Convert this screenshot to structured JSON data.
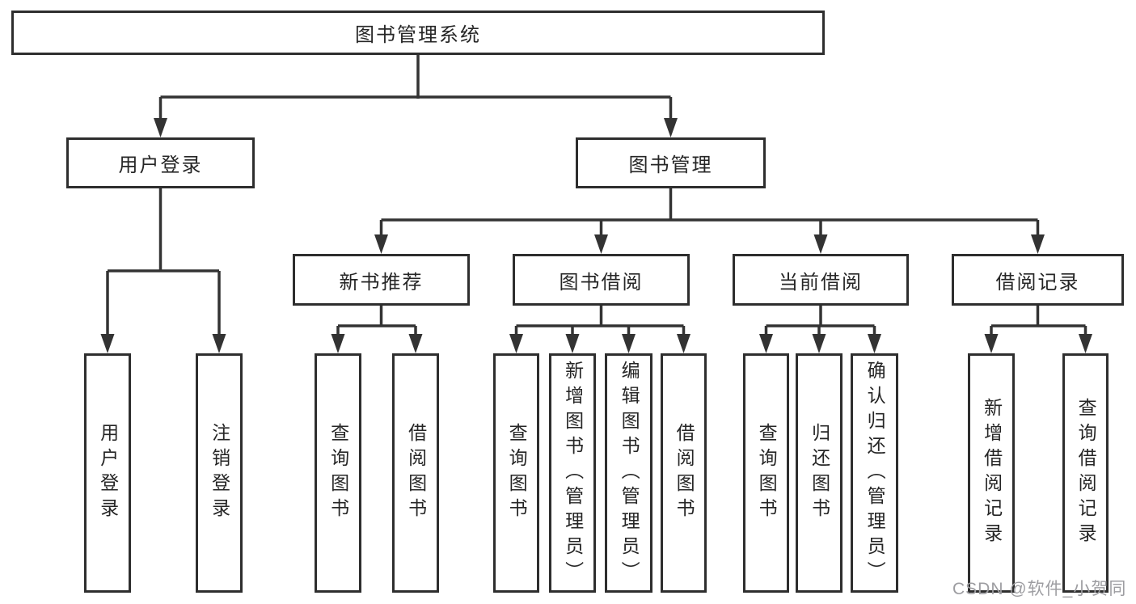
{
  "diagram": {
    "root": "图书管理系统",
    "children": {
      "user_login": {
        "label": "用户登录",
        "leaves": [
          "用户登录",
          "注销登录"
        ]
      },
      "book_management": {
        "label": "图书管理",
        "children": {
          "new_books": {
            "label": "新书推荐",
            "leaves": [
              "查询图书",
              "借阅图书"
            ]
          },
          "borrowing": {
            "label": "图书借阅",
            "leaves": [
              "查询图书",
              "新增图书（管理员）",
              "编辑图书（管理员）",
              "借阅图书"
            ]
          },
          "current": {
            "label": "当前借阅",
            "leaves": [
              "查询图书",
              "归还图书",
              "确认归还（管理员）"
            ]
          },
          "records": {
            "label": "借阅记录",
            "leaves": [
              "新增借阅记录",
              "查询借阅记录"
            ]
          }
        }
      }
    }
  },
  "watermark": {
    "text": "CSDN @软件_小贺同学"
  },
  "colors": {
    "line": "#333333",
    "text": "#262626",
    "watermark": "#9d9da1"
  }
}
